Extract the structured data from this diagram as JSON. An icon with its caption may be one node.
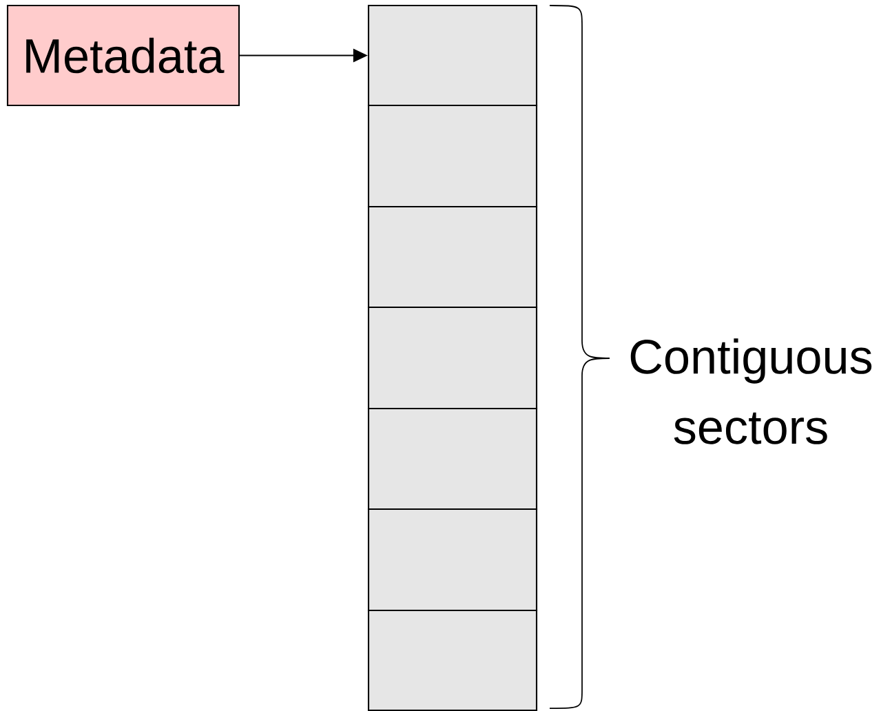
{
  "diagram": {
    "nodes": [
      {
        "text": [
          "Metadata"
        ]
      },
      {
        "text": [],
        "shape": "box"
      },
      {
        "text": [],
        "shape": "box"
      },
      {
        "text": [],
        "shape": "box"
      },
      {
        "text": [],
        "shape": "box"
      },
      {
        "text": [],
        "shape": "box"
      },
      {
        "text": [],
        "shape": "box"
      },
      {
        "text": [],
        "shape": "box"
      }
    ],
    "edges": [
      {
        "from": 0,
        "to": 1,
        "arrow": "to"
      }
    ],
    "labels": [
      "Contiguous sectors"
    ]
  }
}
